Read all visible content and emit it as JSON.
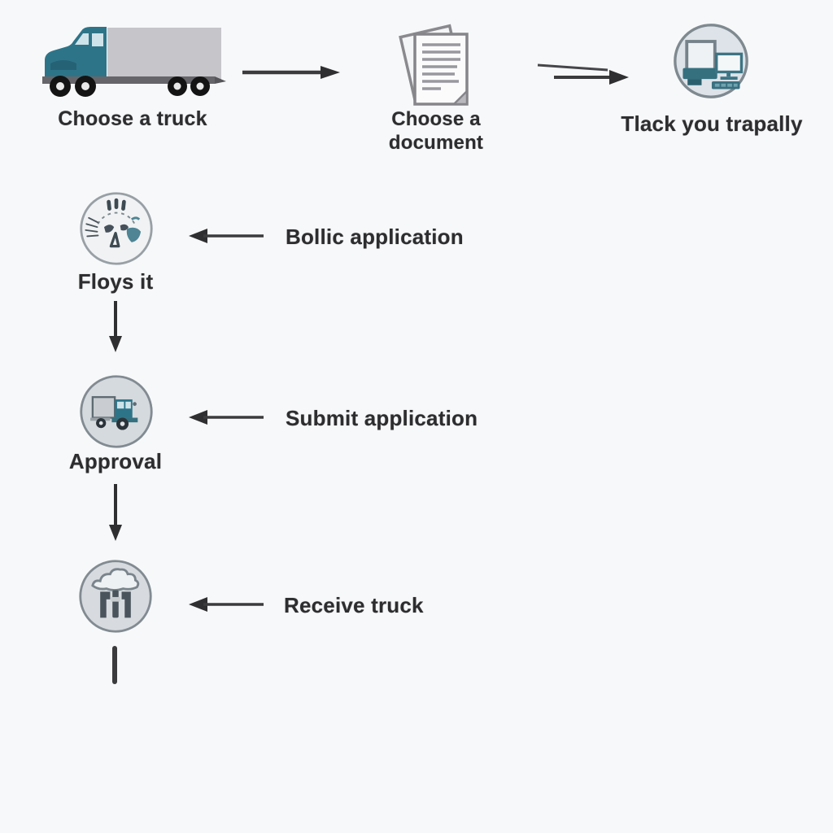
{
  "colors": {
    "background": "#f7f8f9",
    "teal": "#2e7488",
    "trailer_gray": "#c6c6ca",
    "ink": "#2d2d30",
    "arrow": "#3b3b3e",
    "circle_fill": "#dce2e7",
    "circle_border": "#7f8990"
  },
  "nodes": {
    "choose_truck": {
      "label": "Choose a truck",
      "icon": "truck-icon"
    },
    "choose_document": {
      "label": "Choose a document",
      "icon": "documents-icon"
    },
    "track": {
      "label": "Tlack you trapally",
      "icon": "computers-circle-icon"
    },
    "floys_it": {
      "label": "Floys it",
      "icon": "gauge-circle-icon"
    },
    "approval": {
      "label": "Approval",
      "icon": "truck-circle-icon"
    },
    "receive_node": {
      "icon": "handshake-circle-icon"
    }
  },
  "edge_labels": {
    "bollic": "Bollic application",
    "submit": "Submit application",
    "receive": "Receive truck"
  }
}
